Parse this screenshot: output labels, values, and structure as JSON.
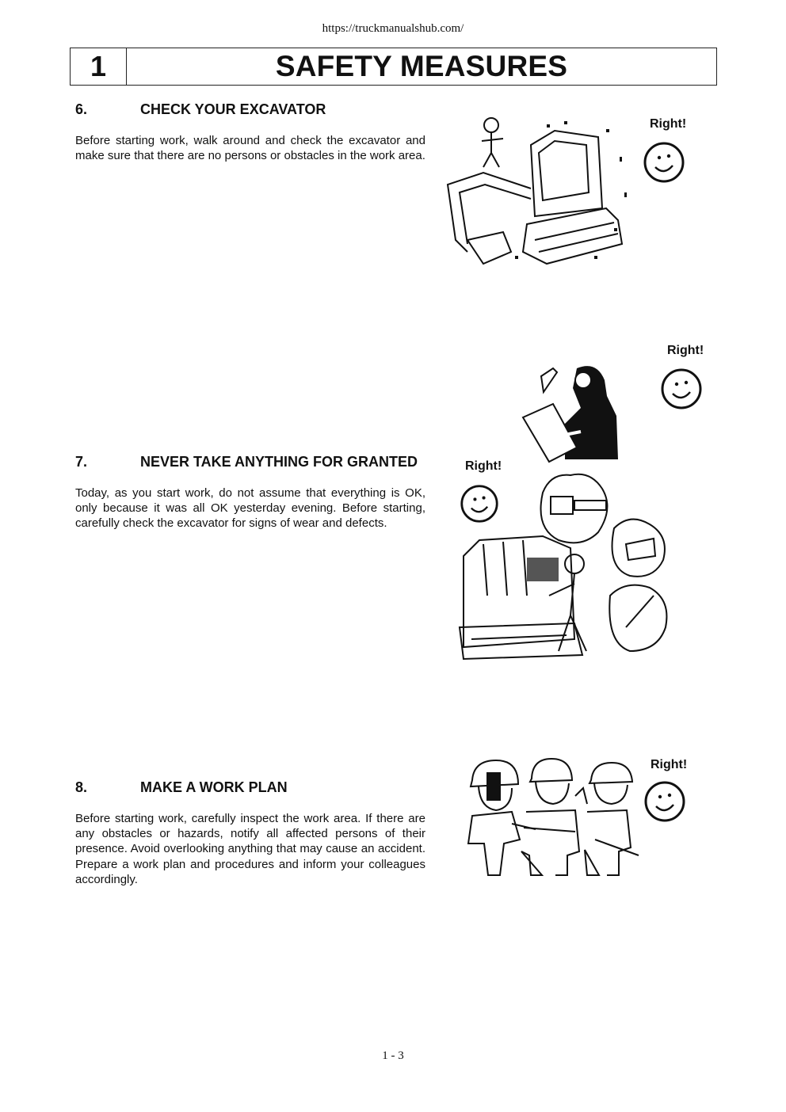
{
  "header": {
    "url": "https://truckmanualshub.com/",
    "chapter_number": "1",
    "chapter_title": "SAFETY MEASURES"
  },
  "sections": [
    {
      "number": "6.",
      "title": "CHECK YOUR EXCAVATOR",
      "body": "Before starting work, walk around and check the excavator and make sure that there are no persons or obstacles in the work area."
    },
    {
      "number": "7.",
      "title": "NEVER TAKE ANYTHING FOR GRANTED",
      "body": "Today, as you start work, do not assume that everything is OK, only because it was all OK yesterday evening. Before starting, carefully check the excavator for signs of wear and defects."
    },
    {
      "number": "8.",
      "title": "MAKE A WORK PLAN",
      "body": "Before starting work, carefully inspect the work area. If there are any obstacles or hazards, notify all affected persons of their presence. Avoid overlooking anything that may cause an accident. Prepare a work plan and procedures and inform your colleagues accordingly."
    }
  ],
  "labels": {
    "right1": "Right!",
    "right2": "Right!",
    "right3": "Right!",
    "right4": "Right!"
  },
  "icons": [
    "smiley-icon",
    "excavator-illustration",
    "inspector-illustration",
    "inspection-illustration",
    "workers-illustration"
  ],
  "footer": {
    "page_number": "1 - 3"
  }
}
